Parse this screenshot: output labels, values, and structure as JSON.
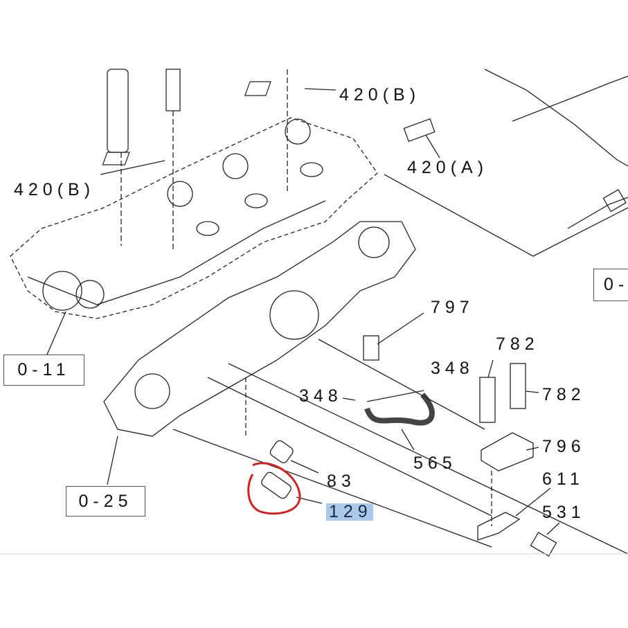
{
  "diagram": {
    "highlight_color": "#a9c9ea",
    "circle_color": "#d42020",
    "labels": {
      "l420b_top": "420(B)",
      "l420a": "420(A)",
      "l420b_left": "420(B)",
      "l797": "797",
      "l782_a": "782",
      "l782_b": "782",
      "l348_a": "348",
      "l348_b": "348",
      "l796": "796",
      "l565": "565",
      "l611": "611",
      "l83": "83",
      "l129": "129",
      "l531": "531"
    },
    "ref_boxes": {
      "b011": "0-11",
      "b025": "0-25",
      "b0right": "0-"
    }
  }
}
